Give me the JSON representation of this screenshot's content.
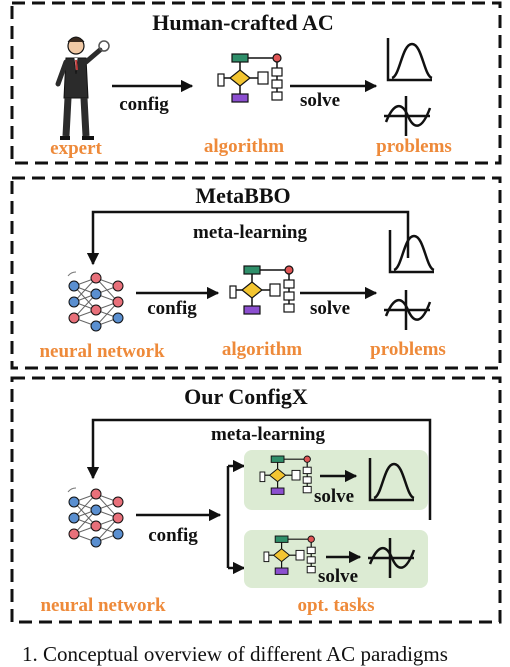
{
  "panel1": {
    "title": "Human-crafted AC",
    "config": "config",
    "solve": "solve",
    "expert": "expert",
    "algorithm": "algorithm",
    "problems": "problems"
  },
  "panel2": {
    "title": "MetaBBO",
    "meta": "meta-learning",
    "config": "config",
    "solve": "solve",
    "network": "neural network",
    "algorithm": "algorithm",
    "problems": "problems"
  },
  "panel3": {
    "title": "Our ConfigX",
    "meta": "meta-learning",
    "config": "config",
    "solve1": "solve",
    "solve2": "solve",
    "network": "neural network",
    "tasks": "opt. tasks"
  },
  "caption": "1. Conceptual overview of different AC paradigms",
  "colors": {
    "accent": "#ee8a3a",
    "task_bg": "#dcebd3",
    "node_red": "#e8707a",
    "node_blue": "#5a8fd0",
    "flow_green": "#2f8f6a",
    "flow_yellow": "#f3c531",
    "flow_purple": "#8c4fd0"
  }
}
